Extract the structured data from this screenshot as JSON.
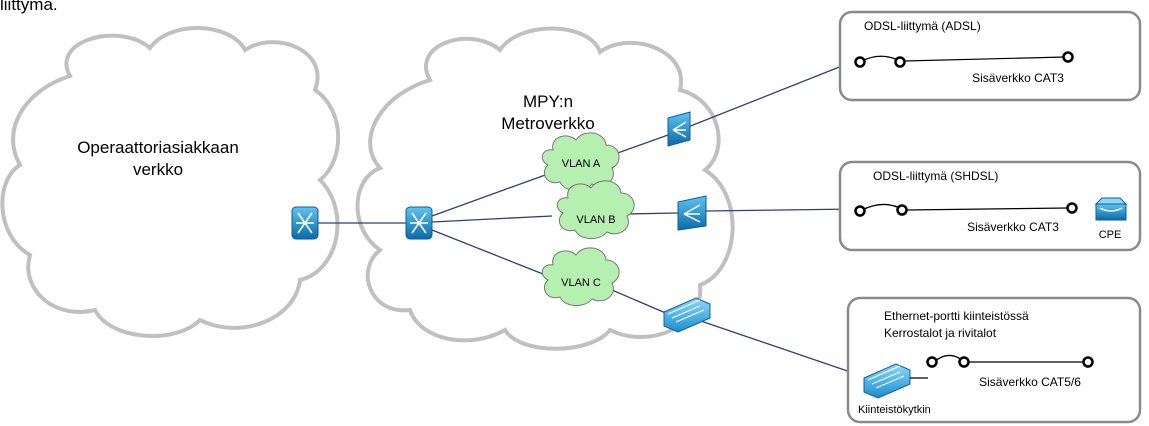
{
  "top_fragment": "liittymä.",
  "operator_cloud": {
    "line1": "Operaattoriasiakkaan",
    "line2": "verkko"
  },
  "metro_cloud": {
    "line1": "MPY:n",
    "line2": "Metroverkko"
  },
  "vlans": [
    {
      "label": "VLAN A"
    },
    {
      "label": "VLAN B"
    },
    {
      "label": "VLAN C"
    }
  ],
  "boxes": {
    "adsl": {
      "title": "ODSL-liittymä  (ADSL)",
      "cable": "Sisäverkko CAT3"
    },
    "shdsl": {
      "title": "ODSL-liittymä  (SHDSL)",
      "cable": "Sisäverkko CAT3",
      "device": "CPE"
    },
    "ethernet": {
      "title_line1": "Ethernet-portti kiinteistössä",
      "title_line2": "Kerrostalot ja rivitalot",
      "cable": "Sisäverkko CAT5/6",
      "switch": "Kiinteistökytkin"
    }
  },
  "colors": {
    "cloud_fill": "#ffffff",
    "cloud_stroke": "#c0c0c0",
    "vlan_fill": "#b6f0b0",
    "vlan_stroke": "#777777",
    "device_blue": "#1a8fd0",
    "device_dark": "#0b5f94",
    "link_line": "#2f3e7a",
    "box_stroke": "#8a8a8a"
  }
}
